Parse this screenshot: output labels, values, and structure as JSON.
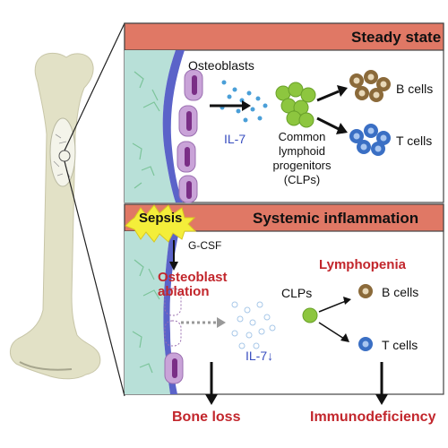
{
  "panels": {
    "top": {
      "title": "Steady state",
      "osteoblasts": "Osteoblasts",
      "il7": "IL-7",
      "clp_label": [
        "Common",
        "lymphoid",
        "progenitors",
        "(CLPs)"
      ],
      "b_cells": "B cells",
      "t_cells": "T cells"
    },
    "bottom": {
      "title": "Systemic inflammation",
      "sepsis": "Sepsis",
      "gcsf": "G-CSF",
      "ablation": [
        "Osteoblast",
        "ablation"
      ],
      "lymphopenia": "Lymphopenia",
      "clps": "CLPs",
      "il7_down": "IL-7↓",
      "b_cells": "B cells",
      "t_cells": "T cells"
    }
  },
  "outcomes": {
    "bone_loss": "Bone loss",
    "immunodeficiency": "Immunodeficiency"
  },
  "colors": {
    "header": "#e07865",
    "marrow": "#b8e0d8",
    "bone_blue": "#5b63c9",
    "osteoblast": "#c9a3d8",
    "il7_dot": "#4a9fd8",
    "clp_green": "#8dc63f",
    "b_cell": "#8b6a3a",
    "t_cell": "#3a6fc4",
    "red_text": "#c2262c"
  }
}
